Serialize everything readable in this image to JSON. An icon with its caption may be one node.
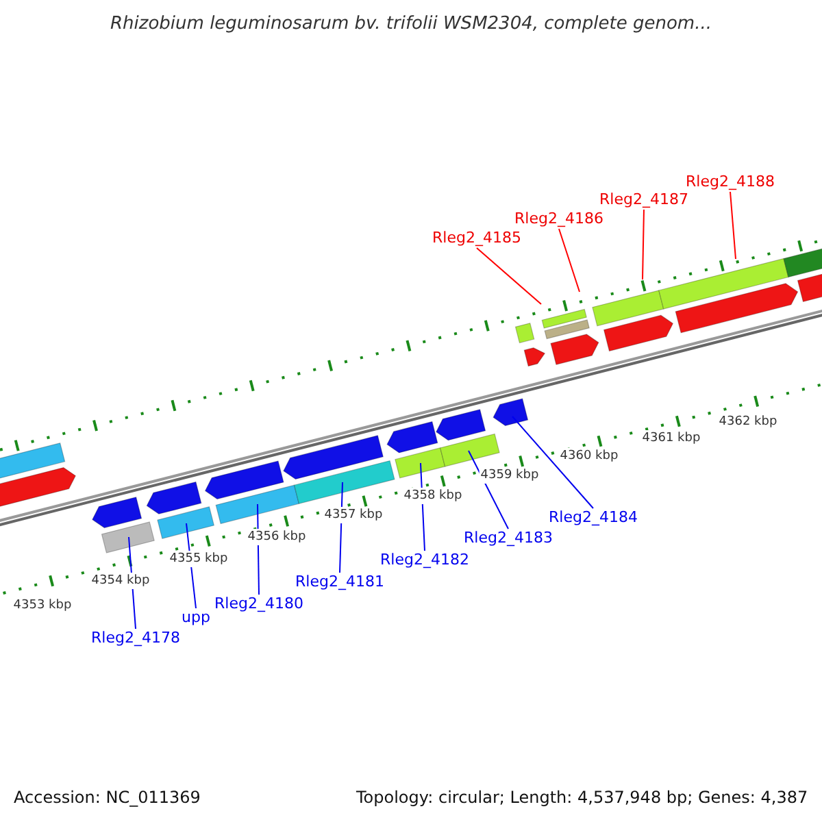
{
  "diagram": {
    "title": "Rhizobium leguminosarum bv. trifolii WSM2304, complete genom...",
    "nodes": [
      {
        "text": [
          "Rleg2_4178"
        ]
      },
      {
        "text": [
          "upp"
        ]
      },
      {
        "text": [
          "Rleg2_4180"
        ]
      },
      {
        "text": [
          "Rleg2_4181"
        ]
      },
      {
        "text": [
          "Rleg2_4182"
        ]
      },
      {
        "text": [
          "Rleg2_4183"
        ]
      },
      {
        "text": [
          "Rleg2_4184"
        ]
      },
      {
        "text": [
          "Rleg2_4185"
        ]
      },
      {
        "text": [
          "Rleg2_4186"
        ]
      },
      {
        "text": [
          "Rleg2_4187"
        ]
      },
      {
        "text": [
          "Rleg2_4188"
        ]
      }
    ],
    "edges": [
      {
        "from": 0,
        "to": null,
        "arrow": "none"
      },
      {
        "from": 1,
        "to": null,
        "arrow": "none"
      },
      {
        "from": 2,
        "to": null,
        "arrow": "none"
      },
      {
        "from": 3,
        "to": null,
        "arrow": "none"
      },
      {
        "from": 4,
        "to": null,
        "arrow": "none"
      },
      {
        "from": 5,
        "to": null,
        "arrow": "none"
      },
      {
        "from": 6,
        "to": null,
        "arrow": "none"
      },
      {
        "from": 7,
        "to": null,
        "arrow": "none",
        "color": "#ff0000"
      },
      {
        "from": 8,
        "to": null,
        "arrow": "none",
        "color": "#ff0000"
      },
      {
        "from": 9,
        "to": null,
        "arrow": "none",
        "color": "#ff0000"
      },
      {
        "from": 10,
        "to": null,
        "arrow": "none",
        "color": "#ff0000"
      }
    ],
    "labels": [
      "4353 kbp",
      "4354 kbp",
      "4355 kbp",
      "4356 kbp",
      "4357 kbp",
      "4358 kbp",
      "4359 kbp",
      "4360 kbp",
      "4361 kbp",
      "4362 kbp",
      "Accession: NC_011369",
      "Topology: circular; Length: 4,537,948 bp; Genes: 4,387"
    ]
  }
}
